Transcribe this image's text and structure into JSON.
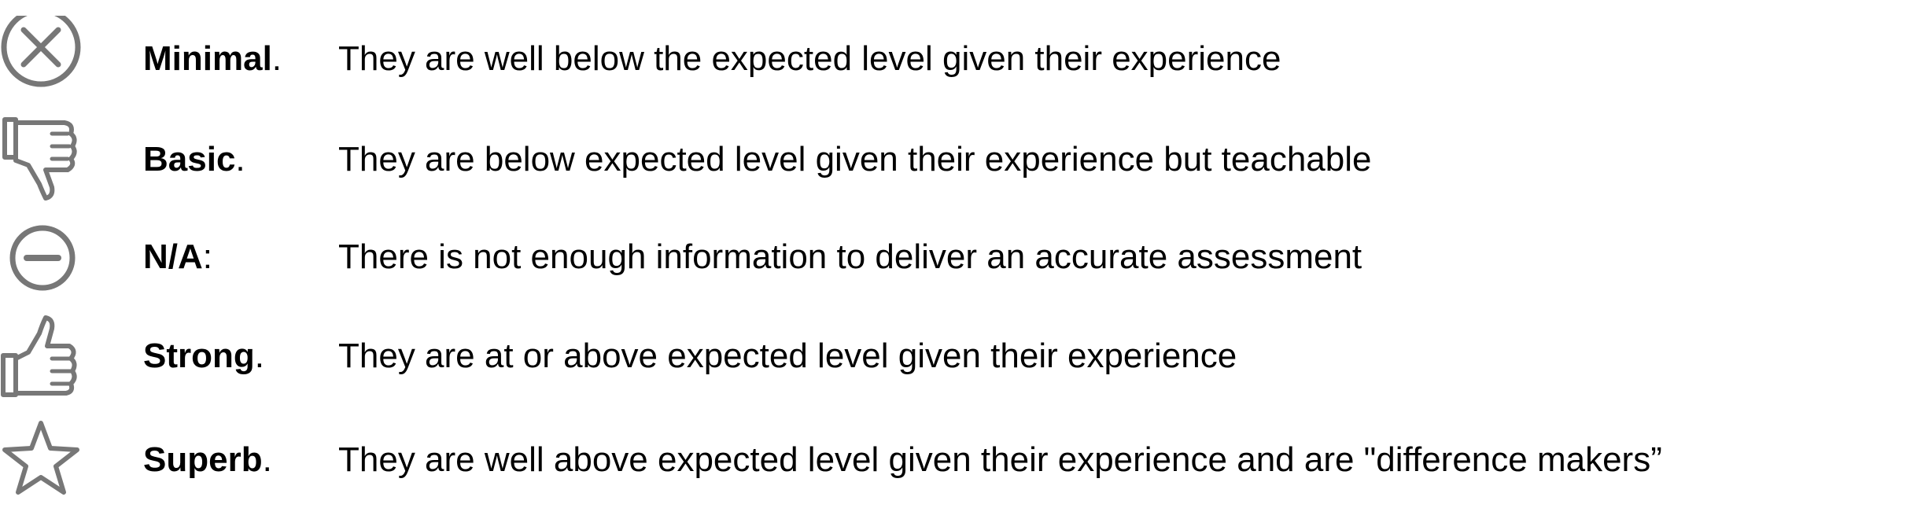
{
  "ratings": [
    {
      "icon": "circle-x-icon",
      "term": "Minimal",
      "punct": ".",
      "description": "They are well below the expected level given their experience"
    },
    {
      "icon": "thumbs-down-icon",
      "term": "Basic",
      "punct": ".",
      "description": "They are below expected level given their experience but teachable"
    },
    {
      "icon": "circle-minus-icon",
      "term": "N/A",
      "punct": ":",
      "description": "There is not enough information to deliver an accurate assessment"
    },
    {
      "icon": "thumbs-up-icon",
      "term": "Strong",
      "punct": ".",
      "description": "They are at or above expected level given their experience"
    },
    {
      "icon": "star-icon",
      "term": "Superb",
      "punct": ".",
      "description": "They are well above expected level given their experience and are \"difference makers”"
    }
  ],
  "colors": {
    "icon_stroke": "#777777",
    "text": "#000000"
  }
}
